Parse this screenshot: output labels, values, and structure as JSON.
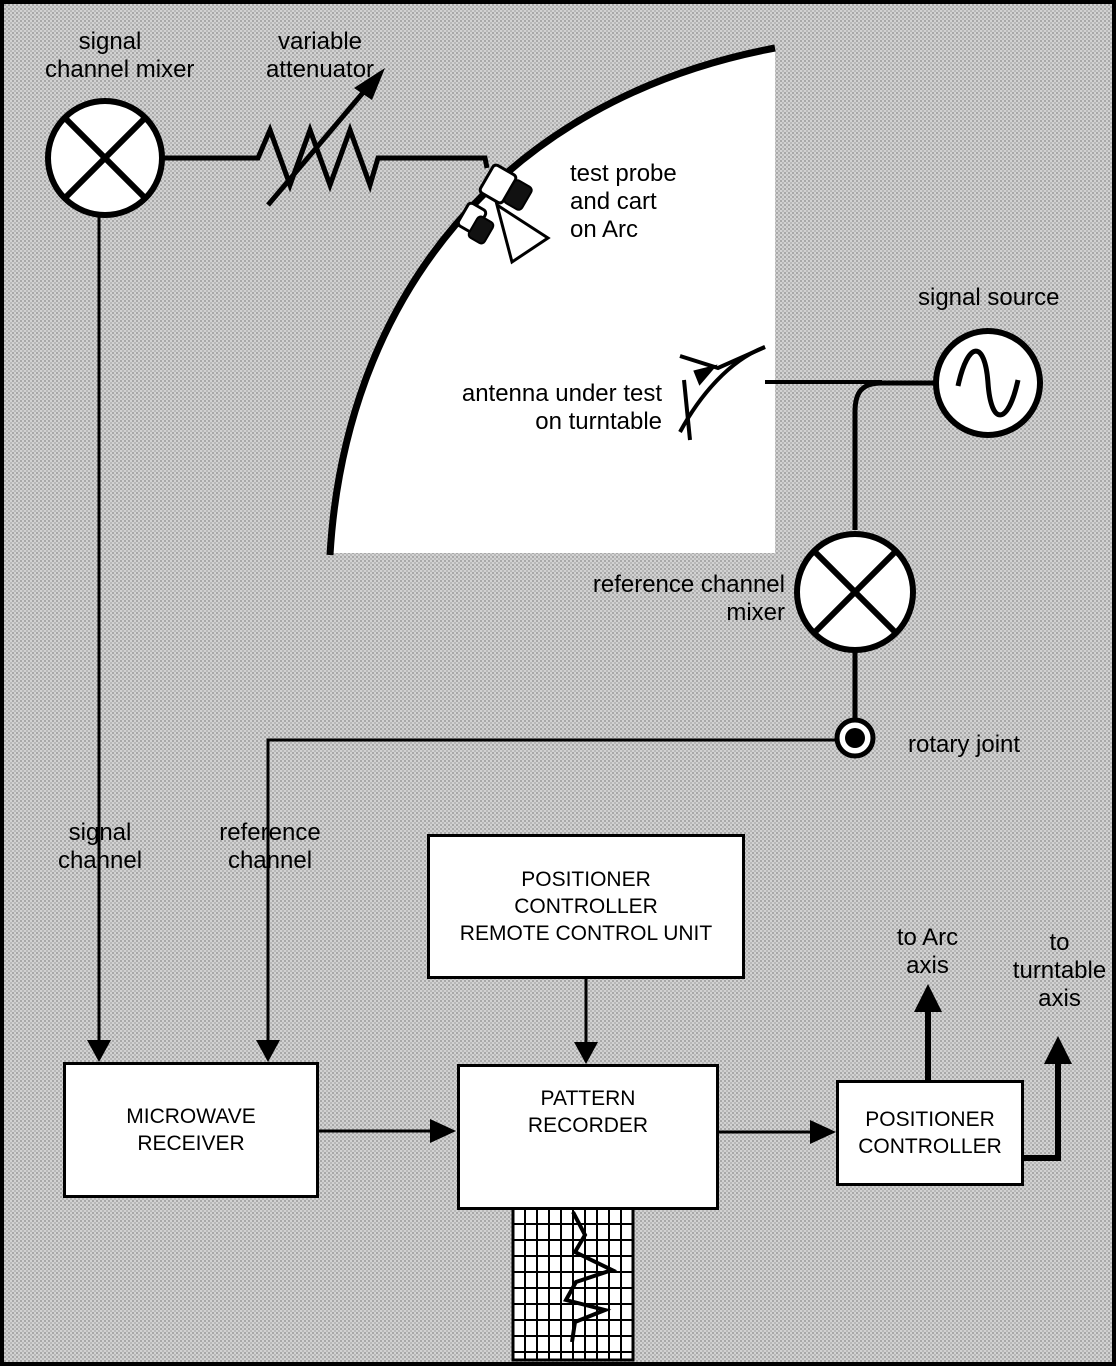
{
  "colors": {
    "background_pattern": "#c9c9c9",
    "ink": "#000000",
    "range_area": "#ffffff"
  },
  "labels": {
    "signal_channel_mixer": [
      "signal",
      "channel mixer"
    ],
    "variable_attenuator": [
      "variable",
      "attenuator"
    ],
    "test_probe": [
      "test probe",
      "and cart",
      "on Arc"
    ],
    "signal_source": [
      "signal source"
    ],
    "antenna_under_test": [
      "antenna under test",
      "on turntable"
    ],
    "reference_channel_mixer": [
      "reference channel",
      "mixer"
    ],
    "rotary_joint": [
      "rotary joint"
    ],
    "signal_channel": [
      "signal",
      "channel"
    ],
    "reference_channel": [
      "reference",
      "channel"
    ],
    "to_arc_axis": [
      "to Arc",
      "axis"
    ],
    "to_turntable_axis": [
      "to",
      "turntable",
      "axis"
    ]
  },
  "boxes": {
    "remote_control_unit": [
      "POSITIONER",
      "CONTROLLER",
      "REMOTE CONTROL UNIT"
    ],
    "microwave_receiver": [
      "MICROWAVE",
      "RECEIVER"
    ],
    "pattern_recorder": [
      "PATTERN",
      "RECORDER"
    ],
    "positioner_controller": [
      "POSITIONER",
      "CONTROLLER"
    ]
  },
  "icons": {
    "mixer": "circled-x-icon",
    "source": "sine-wave-icon",
    "attenuator": "variable-resistor-icon",
    "rotary_joint": "concentric-circle-icon",
    "recorder_chart": "strip-chart-icon"
  }
}
